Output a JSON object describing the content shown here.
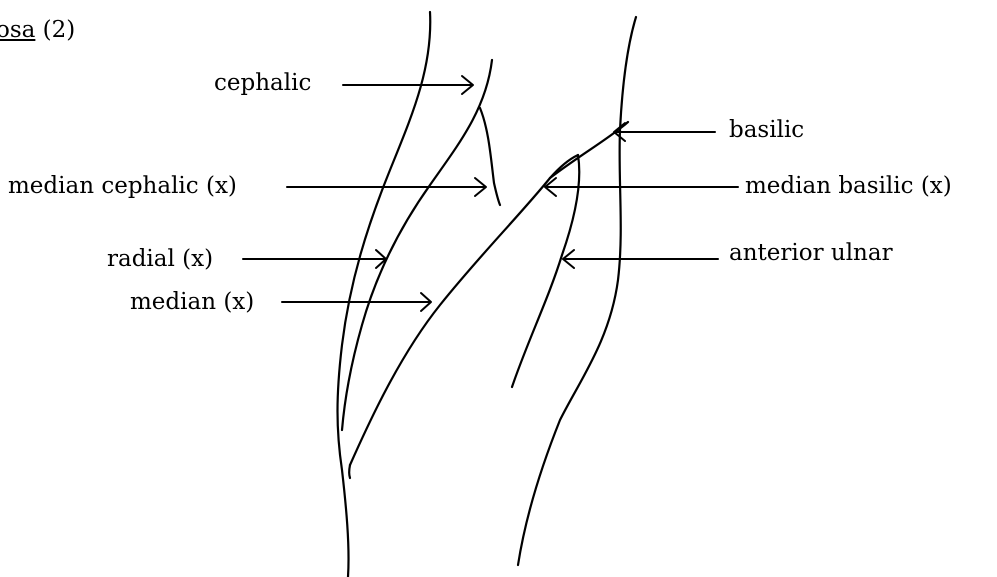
{
  "title": {
    "underlined_fragment": "osa",
    "suffix": " (2)"
  },
  "labels": {
    "cephalic": "cephalic",
    "median_cephalic": "median cephalic (x)",
    "radial": "radial (x)",
    "median": "median (x)",
    "basilic": "basilic",
    "median_basilic": "median basilic (x)",
    "anterior_ulnar": "anterior ulnar"
  },
  "colors": {
    "ink": "#000000",
    "background": "#ffffff"
  }
}
